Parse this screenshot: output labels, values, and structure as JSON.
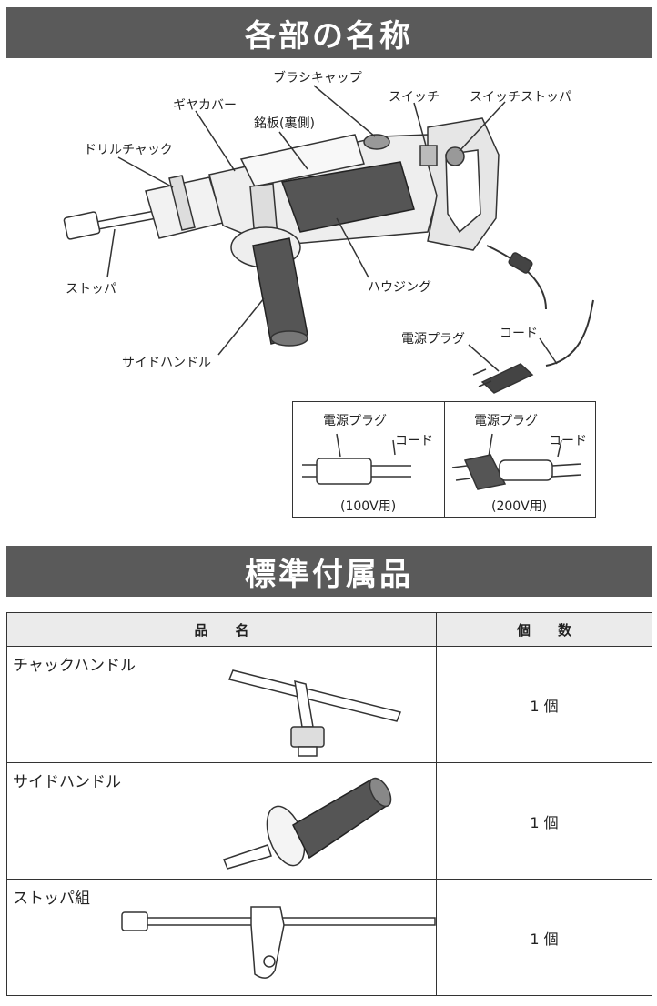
{
  "section1": {
    "title": "各部の名称",
    "labels": {
      "brush_cap": "ブラシキャップ",
      "gear_cover": "ギヤカバー",
      "switch": "スイッチ",
      "switch_stopper": "スイッチストッパ",
      "nameplate": "銘板(裏側)",
      "drill_chuck": "ドリルチャック",
      "stopper": "ストッパ",
      "housing": "ハウジング",
      "side_handle": "サイドハンドル",
      "power_plug": "電源プラグ",
      "cord": "コード"
    },
    "plug_variants": [
      {
        "plug_label": "電源プラグ",
        "cord_label": "コード",
        "caption": "(100V用)"
      },
      {
        "plug_label": "電源プラグ",
        "cord_label": "コード",
        "caption": "(200V用)"
      }
    ]
  },
  "section2": {
    "title": "標準付属品",
    "table": {
      "headers": [
        "品　　名",
        "個　　数"
      ],
      "rows": [
        {
          "name": "チャックハンドル",
          "qty": "1 個"
        },
        {
          "name": "サイドハンドル",
          "qty": "1 個"
        },
        {
          "name": "ストッパ組",
          "qty": "1 個"
        }
      ]
    }
  }
}
